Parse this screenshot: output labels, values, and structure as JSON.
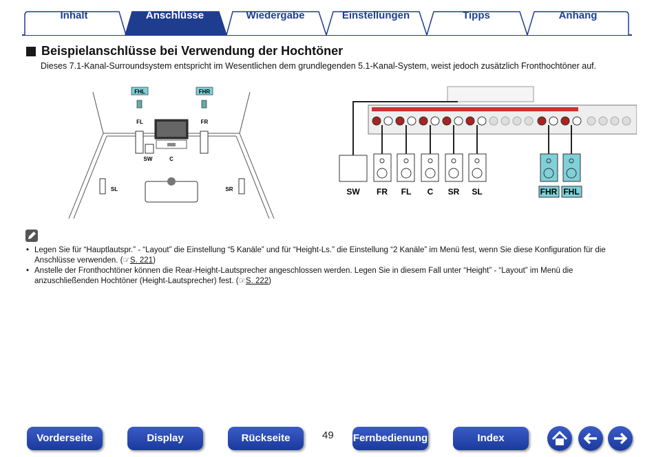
{
  "tabs": [
    {
      "label": "Inhalt",
      "active": false
    },
    {
      "label": "Anschlüsse",
      "active": true
    },
    {
      "label": "Wiedergabe",
      "active": false
    },
    {
      "label": "Einstellungen",
      "active": false
    },
    {
      "label": "Tipps",
      "active": false
    },
    {
      "label": "Anhang",
      "active": false
    }
  ],
  "section": {
    "title": "Beispielanschlüsse bei Verwendung der Hochtöner",
    "intro": "Dieses 7.1-Kanal-Surroundsystem entspricht im Wesentlichen dem grundlegenden 5.1-Kanal-System, weist jedoch zusätzlich Fronthochtöner auf."
  },
  "room_diagram": {
    "fhl": "FHL",
    "fhr": "FHR",
    "fl": "FL",
    "fr": "FR",
    "sw": "SW",
    "c": "C",
    "sl": "SL",
    "sr": "SR"
  },
  "wiring_diagram": {
    "speakers": [
      "SW",
      "FR",
      "FL",
      "C",
      "SR",
      "SL",
      "FHR",
      "FHL"
    ]
  },
  "notes": [
    {
      "bullet": "•",
      "text": "Legen Sie für “Hauptlautspr.” - “Layout” die Einstellung “5 Kanäle” und für “Height-Ls.” die Einstellung “2 Kanäle” im Menü fest, wenn Sie diese Konfiguration für die Anschlüsse verwenden.",
      "ref": "S. 221"
    },
    {
      "bullet": "•",
      "text": "Anstelle der Fronthochtöner können die Rear-Height-Lautsprecher angeschlossen werden. Legen Sie in diesem Fall unter “Height” - “Layout” im Menü die anzuschließenden Hochtöner (Height-Lautsprecher) fest.",
      "ref": "S. 222"
    }
  ],
  "footer": {
    "page_number": "49",
    "buttons": [
      "Vorderseite",
      "Display",
      "Rückseite",
      "Fernbedienung",
      "Index"
    ]
  },
  "colors": {
    "tab_text": "#1f3d8f",
    "tab_active_bg": "#1f3d8f",
    "nav_blue": "#1b3a9c",
    "highlight_cyan": "#7fd0d8"
  }
}
